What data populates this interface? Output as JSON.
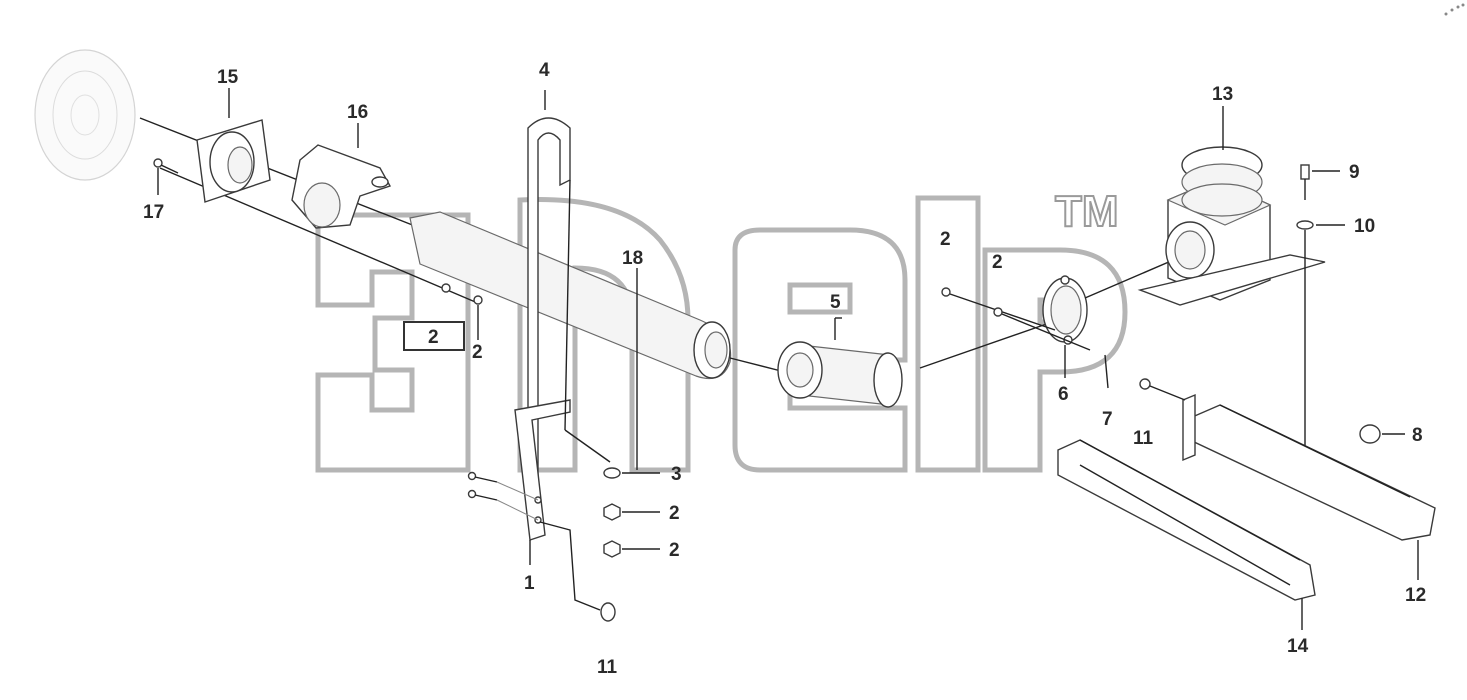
{
  "watermark": {
    "trademark": "TM"
  },
  "callouts": [
    {
      "id": "c15",
      "text": "15"
    },
    {
      "id": "c16",
      "text": "16"
    },
    {
      "id": "c17",
      "text": "17"
    },
    {
      "id": "c4",
      "text": "4"
    },
    {
      "id": "c18",
      "text": "18"
    },
    {
      "id": "c2a",
      "text": "2"
    },
    {
      "id": "c2b",
      "text": "2"
    },
    {
      "id": "c2c",
      "text": "2"
    },
    {
      "id": "c2d",
      "text": "2"
    },
    {
      "id": "c3",
      "text": "3"
    },
    {
      "id": "c2e",
      "text": "2"
    },
    {
      "id": "c2f",
      "text": "2"
    },
    {
      "id": "c1",
      "text": "1"
    },
    {
      "id": "c11a",
      "text": "11"
    },
    {
      "id": "c5",
      "text": "5"
    },
    {
      "id": "c6",
      "text": "6"
    },
    {
      "id": "c7",
      "text": "7"
    },
    {
      "id": "c11b",
      "text": "11"
    },
    {
      "id": "c13",
      "text": "13"
    },
    {
      "id": "c9",
      "text": "9"
    },
    {
      "id": "c10",
      "text": "10"
    },
    {
      "id": "c8",
      "text": "8"
    },
    {
      "id": "c12",
      "text": "12"
    },
    {
      "id": "c14",
      "text": "14"
    }
  ],
  "colors": {
    "line": "#222222",
    "watermark": "#b5b5b5",
    "text": "#2a2a2a"
  }
}
